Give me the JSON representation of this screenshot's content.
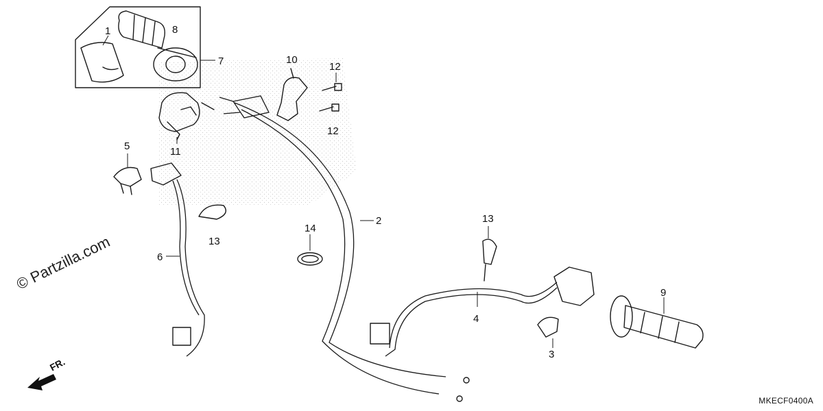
{
  "diagram": {
    "watermark": "© Partzilla.com",
    "direction_label": "FR.",
    "diagram_code": "MKECF0400A",
    "callouts": [
      {
        "id": "c1",
        "text": "1"
      },
      {
        "id": "c8",
        "text": "8"
      },
      {
        "id": "c7",
        "text": "7"
      },
      {
        "id": "c10",
        "text": "10"
      },
      {
        "id": "c12a",
        "text": "12"
      },
      {
        "id": "c12b",
        "text": "12"
      },
      {
        "id": "c11",
        "text": "11"
      },
      {
        "id": "c5",
        "text": "5"
      },
      {
        "id": "c2",
        "text": "2"
      },
      {
        "id": "c13a",
        "text": "13"
      },
      {
        "id": "c14",
        "text": "14"
      },
      {
        "id": "c6",
        "text": "6"
      },
      {
        "id": "c13b",
        "text": "13"
      },
      {
        "id": "c9",
        "text": "9"
      },
      {
        "id": "c4",
        "text": "4"
      },
      {
        "id": "c3",
        "text": "3"
      }
    ]
  }
}
